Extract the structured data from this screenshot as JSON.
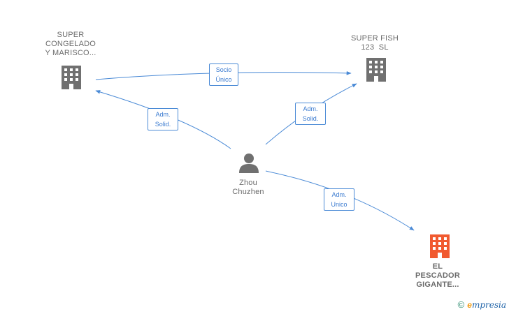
{
  "nodes": {
    "super_congelado": {
      "lines": [
        "SUPER",
        "CONGELADO",
        "Y MARISCO..."
      ],
      "icon": "building-icon",
      "color": "#707070"
    },
    "super_fish": {
      "lines": [
        "SUPER FISH",
        "123  SL"
      ],
      "icon": "building-icon",
      "color": "#707070"
    },
    "zhou": {
      "lines": [
        "Zhou",
        "Chuzhen"
      ],
      "icon": "person-icon",
      "color": "#707070"
    },
    "el_pescador": {
      "lines": [
        "EL",
        "PESCADOR",
        "GIGANTE..."
      ],
      "icon": "building-icon",
      "color": "#f15a30"
    }
  },
  "edges": {
    "socio_unico": [
      "Socio",
      "Único"
    ],
    "adm_solid_left": [
      "Adm.",
      "Solid."
    ],
    "adm_solid_right": [
      "Adm.",
      "Solid."
    ],
    "adm_unico": [
      "Adm.",
      "Unico"
    ]
  },
  "edge_color": "#4a8ad6",
  "footer": {
    "copyright": "©",
    "brand_initial": "e",
    "brand_rest": "mpresia"
  }
}
